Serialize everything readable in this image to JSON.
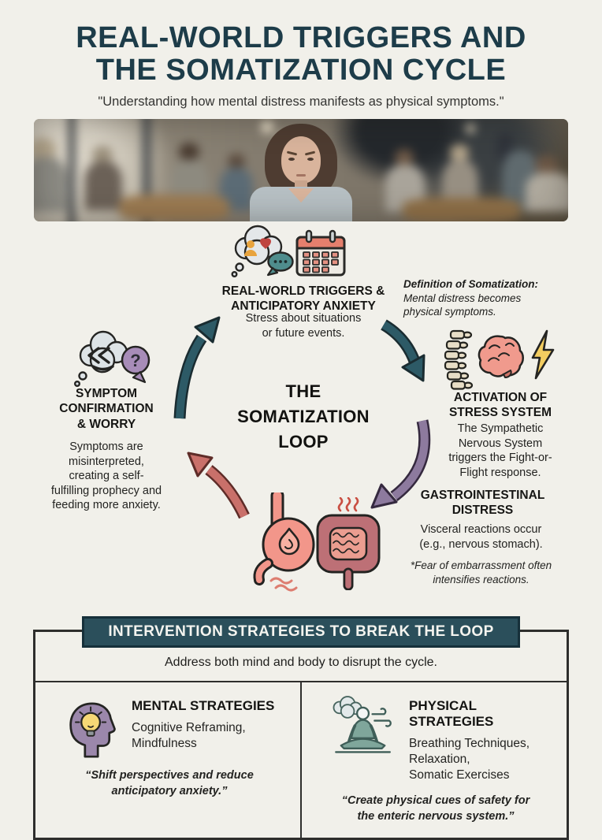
{
  "header": {
    "title": "REAL-WORLD TRIGGERS AND\nTHE SOMATIZATION CYCLE",
    "subtitle": "\"Understanding how mental distress manifests as physical symptoms.\""
  },
  "cycle": {
    "center_title": "THE\nSOMATIZATION\nLOOP",
    "definition_heading": "Definition of Somatization:",
    "definition_body": "Mental distress becomes\nphysical symptoms.",
    "triggers_title": "REAL-WORLD TRIGGERS &\nANTICIPATORY ANXIETY",
    "triggers_body": "Stress about situations\nor future events.",
    "activation_title": "ACTIVATION OF\nSTRESS SYSTEM",
    "activation_body": "The Sympathetic\nNervous System\ntriggers the Fight-or-\nFlight response.",
    "gi_title": "GASTROINTESTINAL\nDISTRESS",
    "gi_body": "Visceral reactions occur\n(e.g., nervous stomach).",
    "gi_note": "*Fear of embarrassment often\nintensifies reactions.",
    "symptom_title": "SYMPTOM\nCONFIRMATION\n& WORRY",
    "symptom_body": "Symptoms are\nmisinterpreted,\ncreating a self-\nfulfilling prophecy and\nfeeding more anxiety.",
    "question_mark": "?"
  },
  "interventions": {
    "banner": "INTERVENTION STRATEGIES TO BREAK THE LOOP",
    "intro": "Address both mind and body to disrupt the cycle.",
    "mental_title": "MENTAL STRATEGIES",
    "mental_items": "Cognitive Reframing,\nMindfulness",
    "mental_quote": "“Shift perspectives and reduce\nanticipatory anxiety.”",
    "physical_title": "PHYSICAL STRATEGIES",
    "physical_items": "Breathing Techniques,\nRelaxation,\nSomatic Exercises",
    "physical_quote": "“Create physical cues of safety for\nthe enteric nervous system.”"
  },
  "icons": {
    "triggers": "thought-bubble-person-heart-chat-icon",
    "calendar": "calendar-icon",
    "spine": "spine-icon",
    "brain": "brain-icon",
    "lightning": "lightning-bolt-icon",
    "stomach": "stomach-flame-icon",
    "intestines": "intestines-icon",
    "symptom": "thought-bubble-rewind-question-icon",
    "mental": "head-lightbulb-icon",
    "physical": "meditating-person-icon"
  },
  "colors": {
    "background": "#f1f0ea",
    "title": "#1d3c49",
    "banner": "#2b4f5b",
    "teal_arrow": "#2d5a66",
    "purple_arrow": "#8d7a9e",
    "salmon_arrow": "#c9706a",
    "text": "#1f1f1d"
  }
}
